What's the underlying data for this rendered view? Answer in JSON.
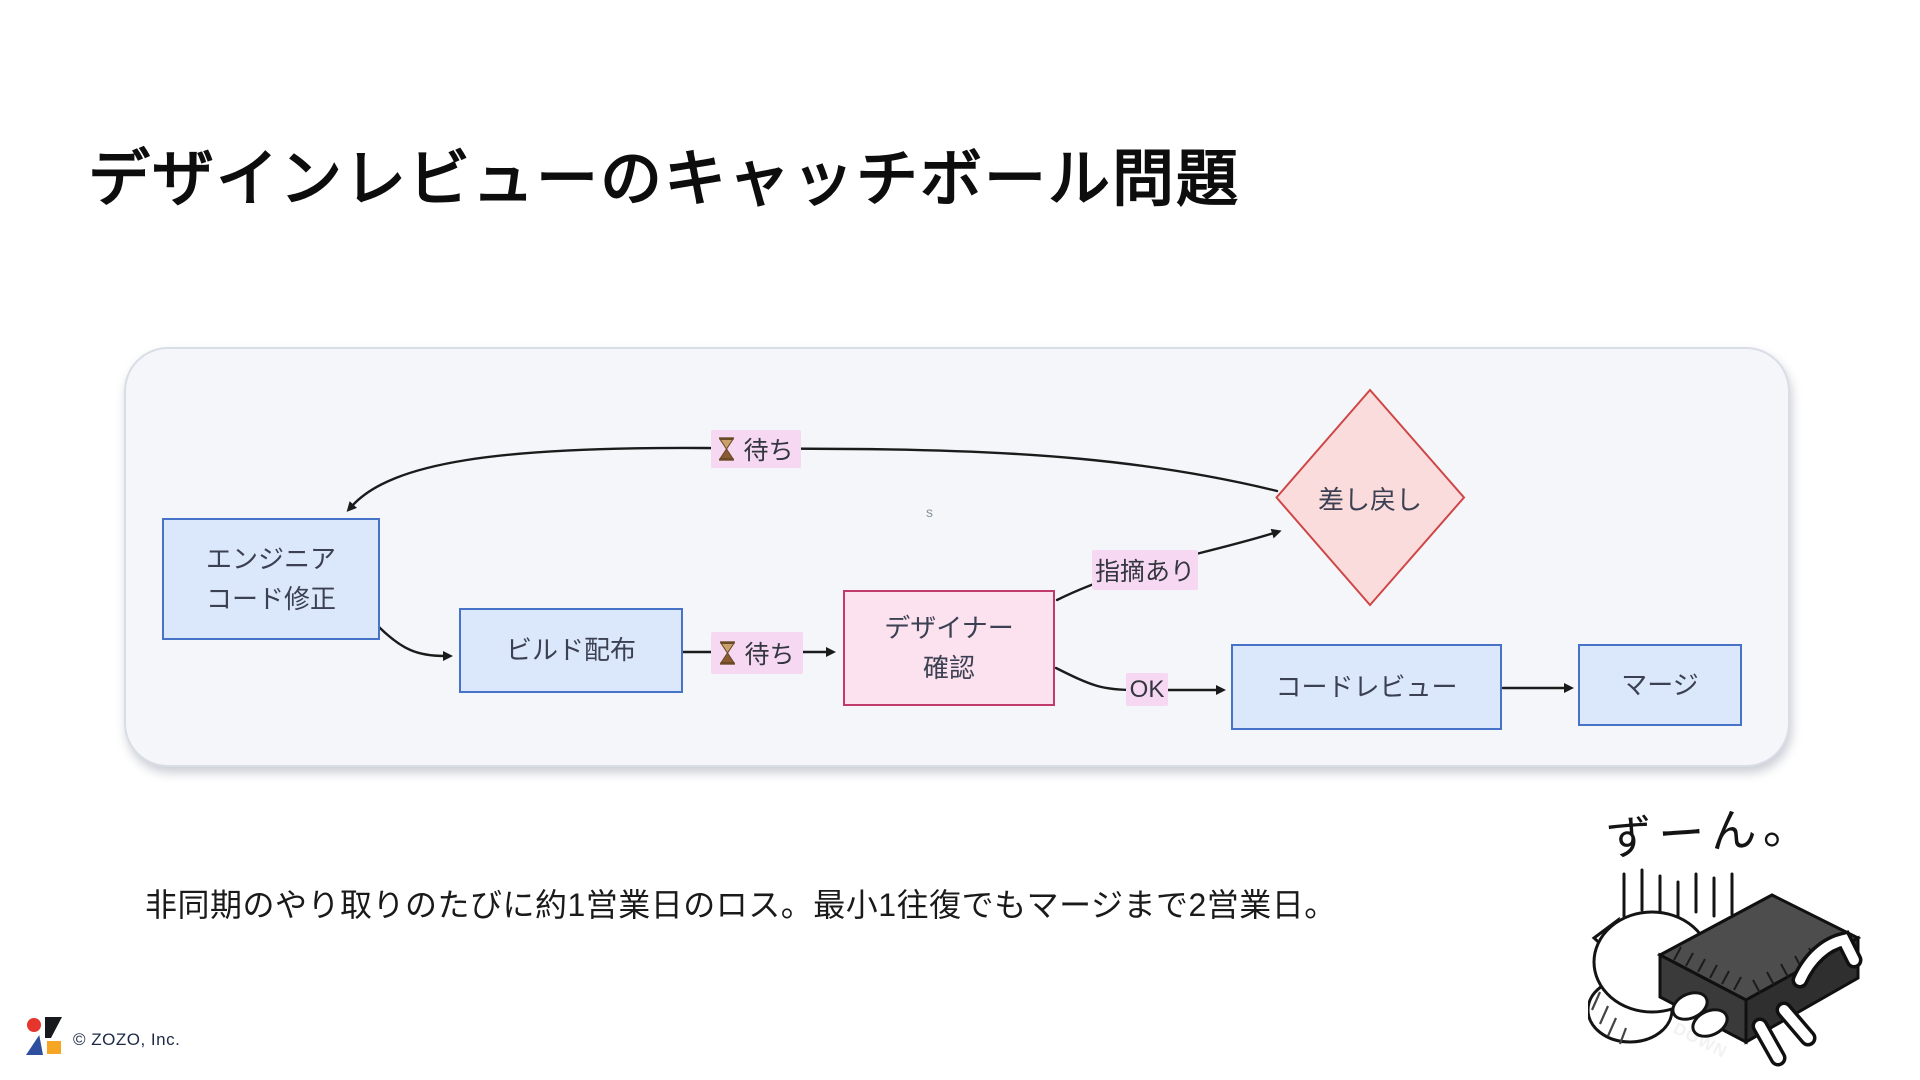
{
  "slide": {
    "title": "デザインレビューのキャッチボール問題",
    "summary": "非同期のやり取りのたびに約1営業日のロス。最小1往復でもマージまで2営業日。",
    "copyright": "© ZOZO, Inc.",
    "sticker": {
      "text": "ずーん。",
      "box_label": "DOWN"
    }
  },
  "diagram": {
    "nodes": [
      {
        "id": "engineer-fix",
        "lines": [
          "エンジニア",
          "コード修正"
        ],
        "shape": "rect",
        "style": "blue"
      },
      {
        "id": "build-distribute",
        "lines": [
          "ビルド配布"
        ],
        "shape": "rect",
        "style": "blue"
      },
      {
        "id": "designer-check",
        "lines": [
          "デザイナー",
          "確認"
        ],
        "shape": "rect",
        "style": "pink"
      },
      {
        "id": "send-back",
        "lines": [
          "差し戻し"
        ],
        "shape": "diamond",
        "style": "red"
      },
      {
        "id": "code-review",
        "lines": [
          "コードレビュー"
        ],
        "shape": "rect",
        "style": "blue"
      },
      {
        "id": "merge",
        "lines": [
          "マージ"
        ],
        "shape": "rect",
        "style": "blue"
      }
    ],
    "edge_labels": {
      "wait_top": {
        "icon": "hourglass-icon",
        "text": "待ち"
      },
      "wait_mid": {
        "icon": "hourglass-icon",
        "text": "待ち"
      },
      "feedback": {
        "text": "指摘あり"
      },
      "ok": {
        "text": "OK"
      }
    },
    "edges": [
      {
        "from": "send-back",
        "to": "engineer-fix",
        "label": "待ち"
      },
      {
        "from": "engineer-fix",
        "to": "build-distribute"
      },
      {
        "from": "build-distribute",
        "to": "designer-check",
        "label": "待ち"
      },
      {
        "from": "designer-check",
        "to": "send-back",
        "label": "指摘あり"
      },
      {
        "from": "designer-check",
        "to": "code-review",
        "label": "OK"
      },
      {
        "from": "code-review",
        "to": "merge"
      }
    ],
    "stray_mark": "s"
  },
  "colors": {
    "canvas_bg": "#f4f6fa",
    "canvas_border": "#d9dde6",
    "node_blue_fill": "#dbe8fb",
    "node_blue_border": "#4673c8",
    "node_pink_fill": "#fce1ee",
    "node_pink_border": "#c23a6d",
    "diamond_fill": "#fbdcdc",
    "diamond_border": "#cf4646",
    "edge_label_bg": "#f6d8f2",
    "edge_stroke": "#1b1b1b",
    "logo_red": "#e6352c",
    "logo_blue": "#2d4f9e",
    "logo_yellow": "#f5a623",
    "logo_black": "#17191c"
  }
}
